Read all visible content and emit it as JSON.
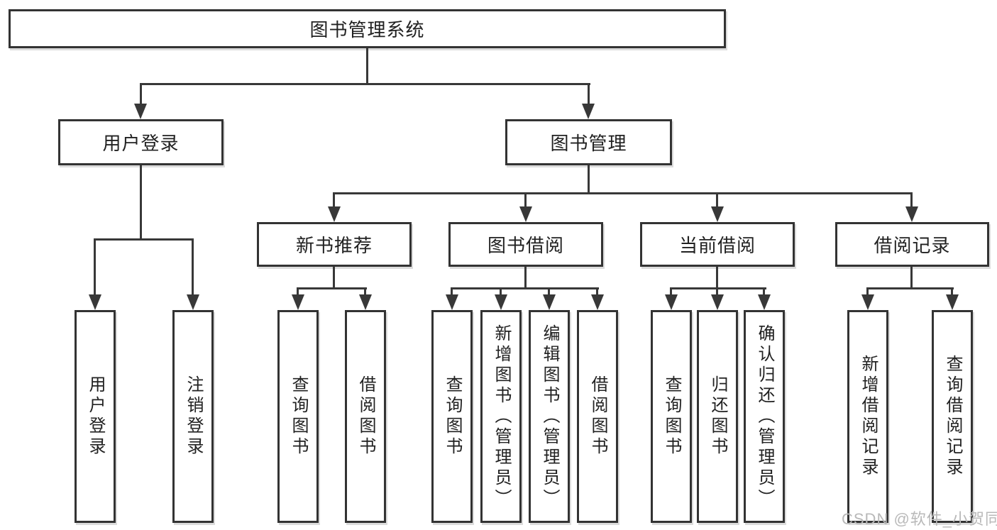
{
  "diagram_title": "图书管理系统",
  "nodes": {
    "root": {
      "label": "图书管理系统"
    },
    "l2": [
      {
        "label": "用户登录"
      },
      {
        "label": "图书管理"
      }
    ],
    "l3": [
      {
        "label": "新书推荐"
      },
      {
        "label": "图书借阅"
      },
      {
        "label": "当前借阅"
      },
      {
        "label": "借阅记录"
      }
    ],
    "l4": [
      {
        "label": "用户登录"
      },
      {
        "label": "注销登录"
      },
      {
        "label": "查询图书"
      },
      {
        "label": "借阅图书"
      },
      {
        "label": "查询图书"
      },
      {
        "label": "新增图书（管理员）"
      },
      {
        "label": "编辑图书（管理员）"
      },
      {
        "label": "借阅图书"
      },
      {
        "label": "查询图书"
      },
      {
        "label": "归还图书"
      },
      {
        "label": "确认归还（管理员）"
      },
      {
        "label": "新增借阅记录"
      },
      {
        "label": "查询借阅记录"
      }
    ]
  },
  "hierarchy": {
    "图书管理系统": {
      "用户登录": [
        "用户登录",
        "注销登录"
      ],
      "图书管理": {
        "新书推荐": [
          "查询图书",
          "借阅图书"
        ],
        "图书借阅": [
          "查询图书",
          "新增图书（管理员）",
          "编辑图书（管理员）",
          "借阅图书"
        ],
        "当前借阅": [
          "查询图书",
          "归还图书",
          "确认归还（管理员）"
        ],
        "借阅记录": [
          "新增借阅记录",
          "查询借阅记录"
        ]
      }
    }
  },
  "watermark": "CSDN @软件_小贺同学",
  "colors": {
    "line": "#383838",
    "box_border": "#333333",
    "text": "#212121",
    "watermark": "#b9b9b9",
    "background": "#ffffff"
  }
}
